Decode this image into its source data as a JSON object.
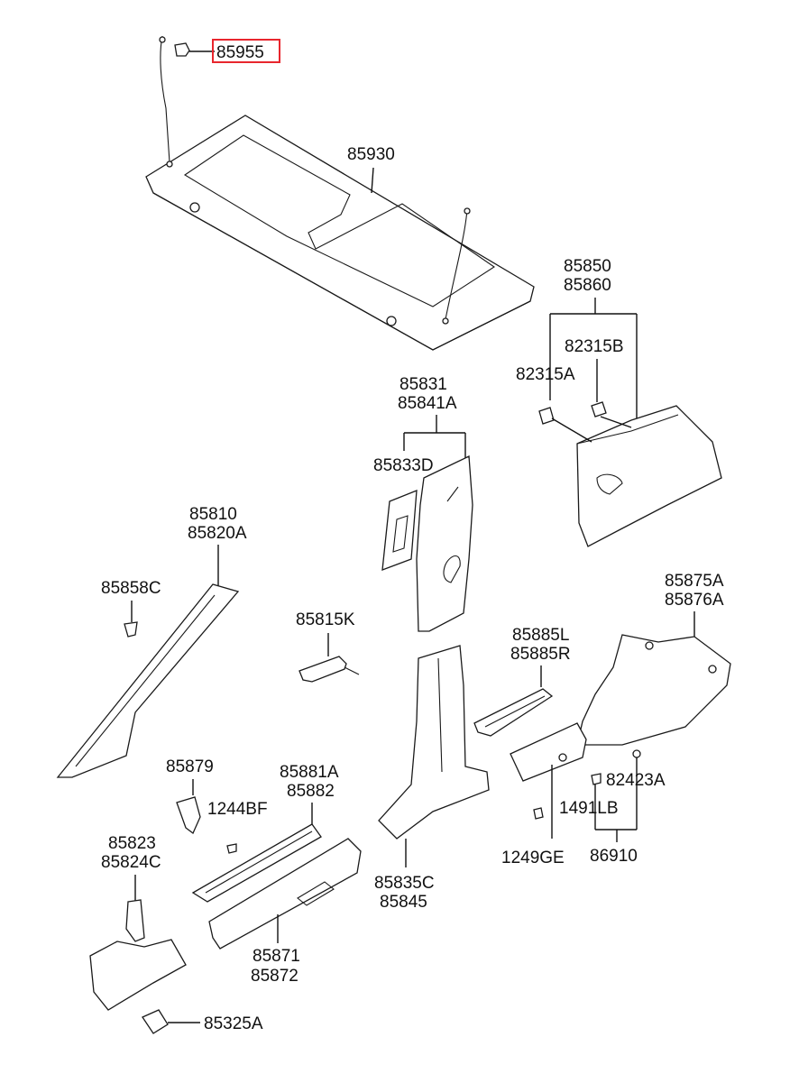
{
  "highlight": {
    "part_number": "85955",
    "border_color": "#e8262d"
  },
  "labels": {
    "p85930": "85930",
    "p85850": "85850",
    "p85860": "85860",
    "p82315b": "82315B",
    "p82315a": "82315A",
    "p85831": "85831",
    "p85841a": "85841A",
    "p85833d": "85833D",
    "p85810": "85810",
    "p85820a": "85820A",
    "p85858c": "85858C",
    "p85815k": "85815K",
    "p85875a": "85875A",
    "p85876a": "85876A",
    "p85885l": "85885L",
    "p85885r": "85885R",
    "p85879": "85879",
    "p1244bf": "1244BF",
    "p85881a": "85881A",
    "p85882": "85882",
    "p82423a": "82423A",
    "p1491lb": "1491LB",
    "p85823": "85823",
    "p85824c": "85824C",
    "p85835c": "85835C",
    "p85845": "85845",
    "p1249ge": "1249GE",
    "p86910": "86910",
    "p85871": "85871",
    "p85872": "85872",
    "p85325a": "85325A"
  }
}
